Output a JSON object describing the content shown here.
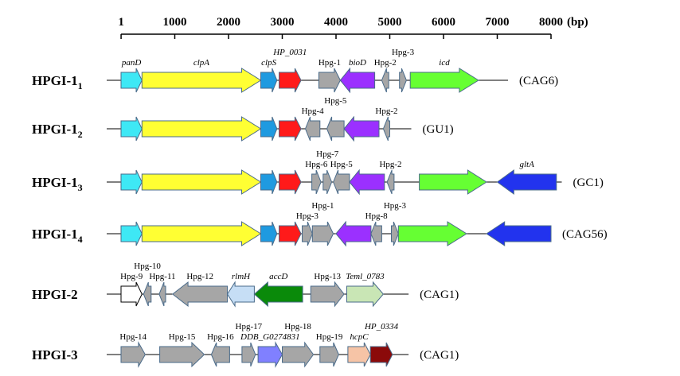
{
  "scale": {
    "ticks": [
      "1",
      "1000",
      "2000",
      "3000",
      "4000",
      "5000",
      "6000",
      "7000",
      "8000"
    ],
    "tick_values": [
      1,
      1000,
      2000,
      3000,
      4000,
      5000,
      6000,
      7000,
      8000
    ],
    "unit": "(bp)"
  },
  "colors": {
    "panD": "#3ee8f5",
    "clpA": "#ffff33",
    "clpS": "#1f9ae0",
    "HP_0031": "#ff1a1a",
    "hypothetical": "#a6a6a6",
    "bioD": "#9b30ff",
    "icd": "#66ff33",
    "gltA": "#2233ee",
    "rlmH": "#c6def5",
    "accD": "#0a8a0a",
    "Teml_0783": "#c9e6b5",
    "DDB_G0274831": "#8080ff",
    "hcpC": "#f6c4a6",
    "HP_0334": "#8b0a0a",
    "Hpg-9": "#ffffff",
    "outline": "#4a6b8a"
  },
  "rows": [
    {
      "name": "HPGI-1",
      "subscript": "1",
      "strain": "(CAG6)",
      "line": [
        0,
        7200
      ],
      "genes": [
        {
          "label": "panD",
          "italic": true,
          "start": 0,
          "end": 390,
          "dir": "+",
          "color": "panD"
        },
        {
          "label": "clpA",
          "italic": true,
          "start": 390,
          "end": 2600,
          "dir": "+",
          "color": "clpA"
        },
        {
          "label": "clpS",
          "italic": true,
          "start": 2600,
          "end": 2900,
          "dir": "+",
          "color": "clpS"
        },
        {
          "label": "HP_0031",
          "italic": true,
          "start": 2940,
          "end": 3350,
          "dir": "+",
          "color": "HP_0031"
        },
        {
          "label": "Hpg-1",
          "italic": false,
          "start": 3680,
          "end": 4080,
          "dir": "+",
          "color": "hypothetical"
        },
        {
          "label": "bioD",
          "italic": true,
          "start": 4080,
          "end": 4720,
          "dir": "-",
          "color": "bioD"
        },
        {
          "label": "Hpg-2",
          "italic": false,
          "start": 4850,
          "end": 4980,
          "dir": "-",
          "color": "hypothetical"
        },
        {
          "label": "Hpg-3",
          "italic": false,
          "start": 5180,
          "end": 5310,
          "dir": "+",
          "color": "hypothetical"
        },
        {
          "label": "icd",
          "italic": true,
          "start": 5380,
          "end": 6650,
          "dir": "+",
          "color": "icd"
        }
      ]
    },
    {
      "name": "HPGI-1",
      "subscript": "2",
      "strain": "(GU1)",
      "line": [
        0,
        5400
      ],
      "genes": [
        {
          "label": "",
          "italic": false,
          "start": 0,
          "end": 390,
          "dir": "+",
          "color": "panD"
        },
        {
          "label": "",
          "italic": false,
          "start": 390,
          "end": 2600,
          "dir": "+",
          "color": "clpA"
        },
        {
          "label": "",
          "italic": false,
          "start": 2600,
          "end": 2900,
          "dir": "+",
          "color": "clpS"
        },
        {
          "label": "",
          "italic": false,
          "start": 2940,
          "end": 3350,
          "dir": "+",
          "color": "HP_0031"
        },
        {
          "label": "Hpg-4",
          "italic": false,
          "start": 3430,
          "end": 3700,
          "dir": "-",
          "color": "hypothetical"
        },
        {
          "label": "Hpg-5",
          "italic": false,
          "start": 3830,
          "end": 4150,
          "dir": "-",
          "color": "hypothetical"
        },
        {
          "label": "",
          "italic": false,
          "start": 4150,
          "end": 4800,
          "dir": "-",
          "color": "bioD"
        },
        {
          "label": "Hpg-2",
          "italic": false,
          "start": 4880,
          "end": 5000,
          "dir": "-",
          "color": "hypothetical"
        }
      ]
    },
    {
      "name": "HPGI-1",
      "subscript": "3",
      "strain": "(GC1)",
      "line": [
        0,
        8200
      ],
      "genes": [
        {
          "label": "",
          "italic": false,
          "start": 0,
          "end": 390,
          "dir": "+",
          "color": "panD"
        },
        {
          "label": "",
          "italic": false,
          "start": 390,
          "end": 2600,
          "dir": "+",
          "color": "clpA"
        },
        {
          "label": "",
          "italic": false,
          "start": 2600,
          "end": 2900,
          "dir": "+",
          "color": "clpS"
        },
        {
          "label": "",
          "italic": false,
          "start": 2940,
          "end": 3350,
          "dir": "+",
          "color": "HP_0031"
        },
        {
          "label": "Hpg-6",
          "italic": false,
          "start": 3550,
          "end": 3720,
          "dir": "+",
          "color": "hypothetical"
        },
        {
          "label": "Hpg-7",
          "italic": false,
          "start": 3760,
          "end": 3920,
          "dir": "+",
          "color": "hypothetical"
        },
        {
          "label": "Hpg-5",
          "italic": false,
          "start": 3950,
          "end": 4250,
          "dir": "-",
          "color": "hypothetical"
        },
        {
          "label": "",
          "italic": false,
          "start": 4250,
          "end": 4900,
          "dir": "-",
          "color": "bioD"
        },
        {
          "label": "Hpg-2",
          "italic": false,
          "start": 4950,
          "end": 5080,
          "dir": "-",
          "color": "hypothetical"
        },
        {
          "label": "",
          "italic": false,
          "start": 5550,
          "end": 6800,
          "dir": "+",
          "color": "icd"
        },
        {
          "label": "gltA",
          "italic": true,
          "start": 7000,
          "end": 8100,
          "dir": "-",
          "color": "gltA"
        }
      ]
    },
    {
      "name": "HPGI-1",
      "subscript": "4",
      "strain": "(CAG56)",
      "line": [
        0,
        8000
      ],
      "genes": [
        {
          "label": "",
          "italic": false,
          "start": 0,
          "end": 390,
          "dir": "+",
          "color": "panD"
        },
        {
          "label": "",
          "italic": false,
          "start": 390,
          "end": 2600,
          "dir": "+",
          "color": "clpA"
        },
        {
          "label": "",
          "italic": false,
          "start": 2600,
          "end": 2900,
          "dir": "+",
          "color": "clpS"
        },
        {
          "label": "",
          "italic": false,
          "start": 2940,
          "end": 3350,
          "dir": "+",
          "color": "HP_0031"
        },
        {
          "label": "Hpg-3",
          "italic": false,
          "start": 3370,
          "end": 3560,
          "dir": "+",
          "color": "hypothetical"
        },
        {
          "label": "Hpg-1",
          "italic": false,
          "start": 3560,
          "end": 3950,
          "dir": "+",
          "color": "hypothetical"
        },
        {
          "label": "",
          "italic": false,
          "start": 4000,
          "end": 4650,
          "dir": "-",
          "color": "bioD"
        },
        {
          "label": "Hpg-8",
          "italic": false,
          "start": 4650,
          "end": 4850,
          "dir": "-",
          "color": "hypothetical"
        },
        {
          "label": "Hpg-3",
          "italic": false,
          "start": 5030,
          "end": 5160,
          "dir": "+",
          "color": "hypothetical"
        },
        {
          "label": "",
          "italic": false,
          "start": 5160,
          "end": 6430,
          "dir": "+",
          "color": "icd"
        },
        {
          "label": "",
          "italic": false,
          "start": 6800,
          "end": 8000,
          "dir": "-",
          "color": "gltA"
        }
      ]
    },
    {
      "name": "HPGI-2",
      "subscript": "",
      "strain": "(CAG1)",
      "line": [
        0,
        5350
      ],
      "genes": [
        {
          "label": "Hpg-9",
          "italic": false,
          "start": 0,
          "end": 390,
          "dir": "+",
          "color": "Hpg-9"
        },
        {
          "label": "Hpg-10",
          "italic": false,
          "start": 420,
          "end": 560,
          "dir": "-",
          "color": "hypothetical"
        },
        {
          "label": "Hpg-11",
          "italic": false,
          "start": 710,
          "end": 830,
          "dir": "-",
          "color": "hypothetical"
        },
        {
          "label": "Hpg-12",
          "italic": false,
          "start": 960,
          "end": 1980,
          "dir": "-",
          "color": "hypothetical"
        },
        {
          "label": "rlmH",
          "italic": true,
          "start": 1980,
          "end": 2480,
          "dir": "-",
          "color": "rlmH"
        },
        {
          "label": "accD",
          "italic": true,
          "start": 2480,
          "end": 3380,
          "dir": "-",
          "color": "accD"
        },
        {
          "label": "Hpg-13",
          "italic": false,
          "start": 3530,
          "end": 4150,
          "dir": "+",
          "color": "hypothetical"
        },
        {
          "label": "Teml_0783",
          "italic": true,
          "start": 4200,
          "end": 4880,
          "dir": "+",
          "color": "Teml_0783"
        }
      ]
    },
    {
      "name": "HPGI-3",
      "subscript": "",
      "strain": "(CAG1)",
      "line": [
        0,
        5350
      ],
      "genes": [
        {
          "label": "Hpg-14",
          "italic": false,
          "start": 0,
          "end": 450,
          "dir": "+",
          "color": "hypothetical"
        },
        {
          "label": "Hpg-15",
          "italic": false,
          "start": 720,
          "end": 1550,
          "dir": "+",
          "color": "hypothetical"
        },
        {
          "label": "Hpg-16",
          "italic": false,
          "start": 1680,
          "end": 2020,
          "dir": "-",
          "color": "hypothetical"
        },
        {
          "label": "Hpg-17",
          "italic": false,
          "start": 2250,
          "end": 2500,
          "dir": "+",
          "color": "hypothetical"
        },
        {
          "label": "DDB_G0274831",
          "italic": true,
          "start": 2550,
          "end": 3000,
          "dir": "+",
          "color": "DDB_G0274831"
        },
        {
          "label": "Hpg-18",
          "italic": false,
          "start": 3000,
          "end": 3580,
          "dir": "+",
          "color": "hypothetical"
        },
        {
          "label": "Hpg-19",
          "italic": false,
          "start": 3700,
          "end": 4050,
          "dir": "+",
          "color": "hypothetical"
        },
        {
          "label": "hcpC",
          "italic": true,
          "start": 4220,
          "end": 4640,
          "dir": "+",
          "color": "hcpC"
        },
        {
          "label": "HP_0334",
          "italic": true,
          "start": 4640,
          "end": 5050,
          "dir": "+",
          "color": "HP_0334"
        }
      ]
    }
  ]
}
